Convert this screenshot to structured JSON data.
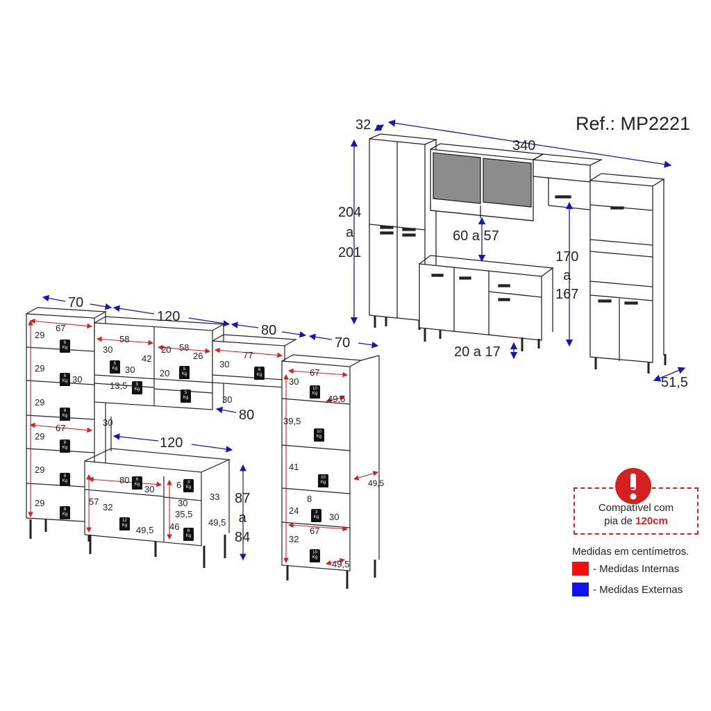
{
  "reference": "Ref.: MP2221",
  "colors": {
    "external": "#1414b8",
    "internal": "#d81e1e",
    "line": "#222222",
    "glass": "#8c8c8c",
    "warning": "#d32020"
  },
  "overview": {
    "depth_top": "32",
    "total_width": "340",
    "tower_height": "204\na\n201",
    "wall_gap": "60 a 57",
    "upper_height": "170\na\n167",
    "leg_height": "20 a 17",
    "depth_bottom": "51,5"
  },
  "exploded": {
    "left_tower_width": "70",
    "upper_cabinet_width": "120",
    "bridge_width": "80",
    "right_tower_width": "70",
    "bridge_width_lower": "80",
    "sink_cabinet_width": "120",
    "sink_height": "87\na\n84",
    "left_tower_shelves": [
      "29",
      "29",
      "29",
      "29",
      "29",
      "29"
    ],
    "left_tower_inner_width": "67",
    "left_tower_inner_width_2": "67",
    "left_tower_depth": "30",
    "left_tower_bridge_depth": "30",
    "upper_inner_58a": "58",
    "upper_inner_58b": "58",
    "upper_h_42": "42",
    "upper_h_20a": "20",
    "upper_h_20b": "20",
    "upper_d_26": "26",
    "upper_d_30a": "30",
    "upper_d_30b": "30",
    "upper_13_5": "13,5",
    "bridge_inner_77": "77",
    "bridge_h_30": "30",
    "bridge_d_30": "30",
    "sink_inner_80": "80",
    "sink_30": "30",
    "sink_6": "6",
    "sink_33": "33",
    "sink_57": "57",
    "sink_32": "32",
    "sink_30b": "30",
    "sink_35_5": "35,5",
    "sink_46": "46",
    "sink_49_5a": "49,5",
    "sink_49_5b": "49,5",
    "right_inner_67a": "67",
    "right_inner_67b": "67",
    "right_h_30": "30",
    "right_h_39_5": "39,5",
    "right_h_41": "41",
    "right_h_8": "8",
    "right_h_24": "24",
    "right_h_32": "32",
    "right_d_30": "30",
    "right_d_49_5a": "49,5",
    "right_d_49_5b": "49,5",
    "right_side_49_5": "49,5"
  },
  "weight_tags": {
    "kg": "Kg",
    "w6": "6",
    "w5": "5",
    "w10": "10",
    "w12": "12",
    "w3": "3"
  },
  "notice": {
    "line1": "Compatível com",
    "line2_prefix": "pia de ",
    "line2_bold": "120cm"
  },
  "legend": {
    "title": "Medidas em centímetros.",
    "internal": "- Medidas Internas",
    "external": "- Medidas Externas"
  }
}
